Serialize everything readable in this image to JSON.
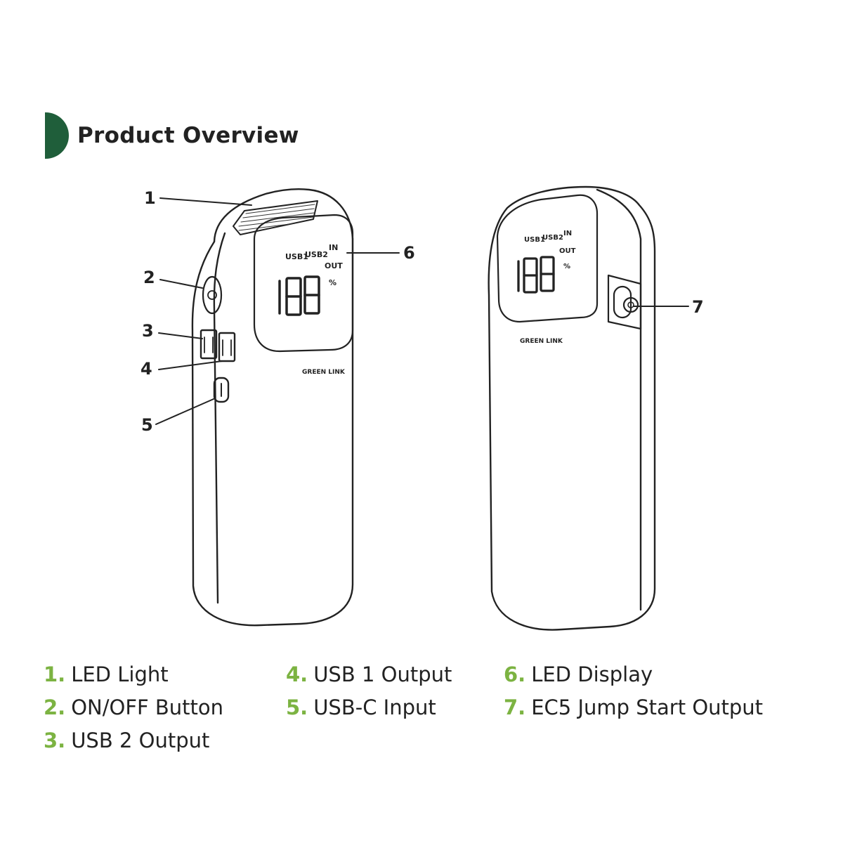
{
  "header": {
    "title": "Product Overview"
  },
  "colors": {
    "accent": "#1f5e3a",
    "legend_number": "#7cb342",
    "line": "#222222"
  },
  "display": {
    "label_usb1": "USB1",
    "label_usb2": "USB2",
    "label_in": "IN",
    "label_out": "OUT",
    "label_percent": "%",
    "digits": "188"
  },
  "brand_text": "GREEN LINK",
  "callouts": [
    "1",
    "2",
    "3",
    "4",
    "5",
    "6",
    "7"
  ],
  "legend": [
    {
      "num": "1.",
      "label": "LED Light"
    },
    {
      "num": "2.",
      "label": "ON/OFF Button"
    },
    {
      "num": "3.",
      "label": "USB 2 Output"
    },
    {
      "num": "4.",
      "label": "USB 1 Output"
    },
    {
      "num": "5.",
      "label": "USB-C Input"
    },
    {
      "num": "6.",
      "label": "LED Display"
    },
    {
      "num": "7.",
      "label": "EC5 Jump Start Output"
    }
  ]
}
